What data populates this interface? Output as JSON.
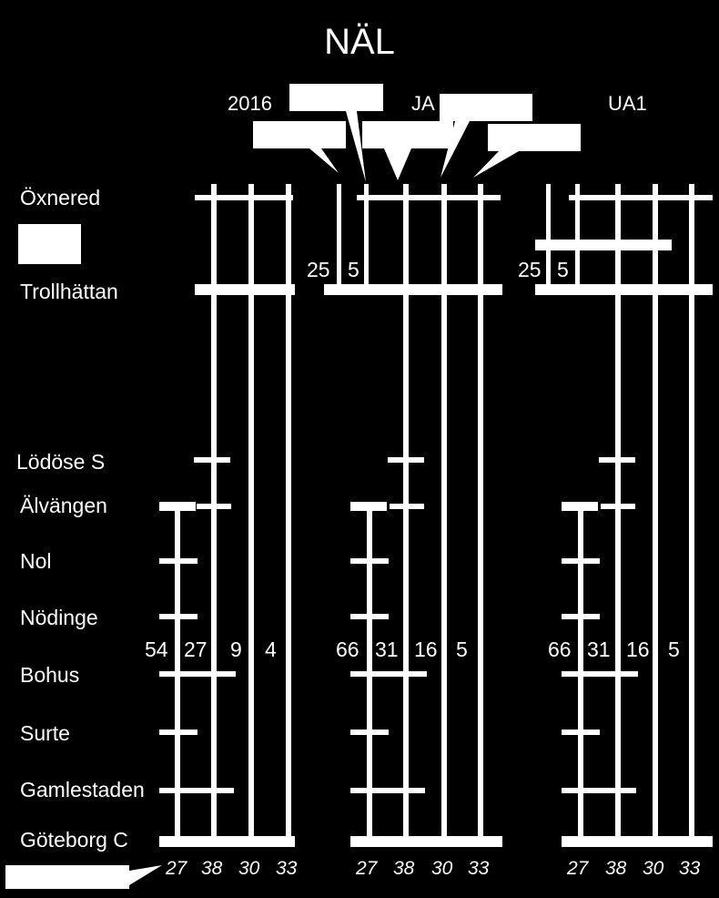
{
  "title": "NÄL",
  "columns": [
    {
      "name": "2016",
      "counts": [
        "54",
        "27",
        "9",
        "4"
      ],
      "routes": [
        "27",
        "38",
        "30",
        "33"
      ]
    },
    {
      "name": "JA",
      "top_counts": [
        "25",
        "5"
      ],
      "counts": [
        "66",
        "31",
        "16",
        "5"
      ],
      "routes": [
        "27",
        "38",
        "30",
        "33"
      ]
    },
    {
      "name": "UA1",
      "top_counts": [
        "25",
        "5"
      ],
      "counts": [
        "66",
        "31",
        "16",
        "5"
      ],
      "routes": [
        "27",
        "38",
        "30",
        "33"
      ]
    }
  ],
  "stations": [
    "Öxnered",
    "Trollhättan",
    "Lödöse S",
    "Älvängen",
    "Nol",
    "Nödinge",
    "Bohus",
    "Surte",
    "Gamlestaden",
    "Göteborg C"
  ],
  "colors": {
    "background": "#000000",
    "line": "#ffffff"
  }
}
